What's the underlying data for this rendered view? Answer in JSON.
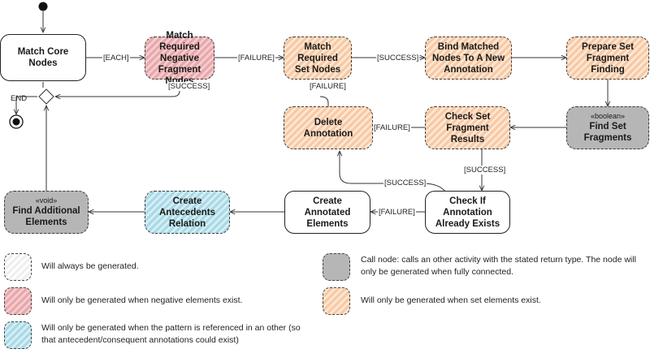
{
  "nodes": {
    "match_core": "Match Core Nodes",
    "match_negative": "Match Required Negative Fragment Nodes",
    "match_set": "Match Required Set Nodes",
    "bind_matched": "Bind Matched Nodes To A New Annotation",
    "prepare_set": "Prepare Set Fragment Finding",
    "find_set_stereotype": "«boolean»",
    "find_set": "Find Set Fragments",
    "check_set_results": "Check Set Fragment Results",
    "delete_annotation": "Delete Annotation",
    "check_exists": "Check If Annotation Already Exists",
    "create_annotated": "Create Annotated Elements",
    "create_antecedents": "Create Antecedents Relation",
    "find_additional_stereotype": "«void»",
    "find_additional": "Find Additional Elements"
  },
  "edge_labels": {
    "each": "[EACH]",
    "failure_1": "[FAILURE]",
    "success_1": "[SUCCESS]",
    "success_2": "[SUCCESS]",
    "failure_2": "[FAILURE]",
    "end": "END",
    "failure_3": "[FAILURE]",
    "success_3": "[SUCCESS]",
    "success_4": "[SUCCESS]",
    "failure_4": "[FAILURE]"
  },
  "legend": [
    {
      "style": "white",
      "text": "Will always be generated."
    },
    {
      "style": "pink",
      "text": "Will only be generated when negative elements exist."
    },
    {
      "style": "blue",
      "text": "Will only be generated when the pattern is referenced in an other (so that antecedent/consequent annotations could exist)"
    },
    {
      "style": "grey",
      "text": "Call node: calls an other activity with the stated return type. The node will only be generated when fully connected."
    },
    {
      "style": "orange",
      "text": "Will only be generated when set elements exist."
    }
  ],
  "colors": {
    "negative": "#e8a7ab",
    "set": "#f7c9a4",
    "antecedent": "#a9d9e6",
    "call": "#b6b6b6",
    "edge": "#333333"
  }
}
